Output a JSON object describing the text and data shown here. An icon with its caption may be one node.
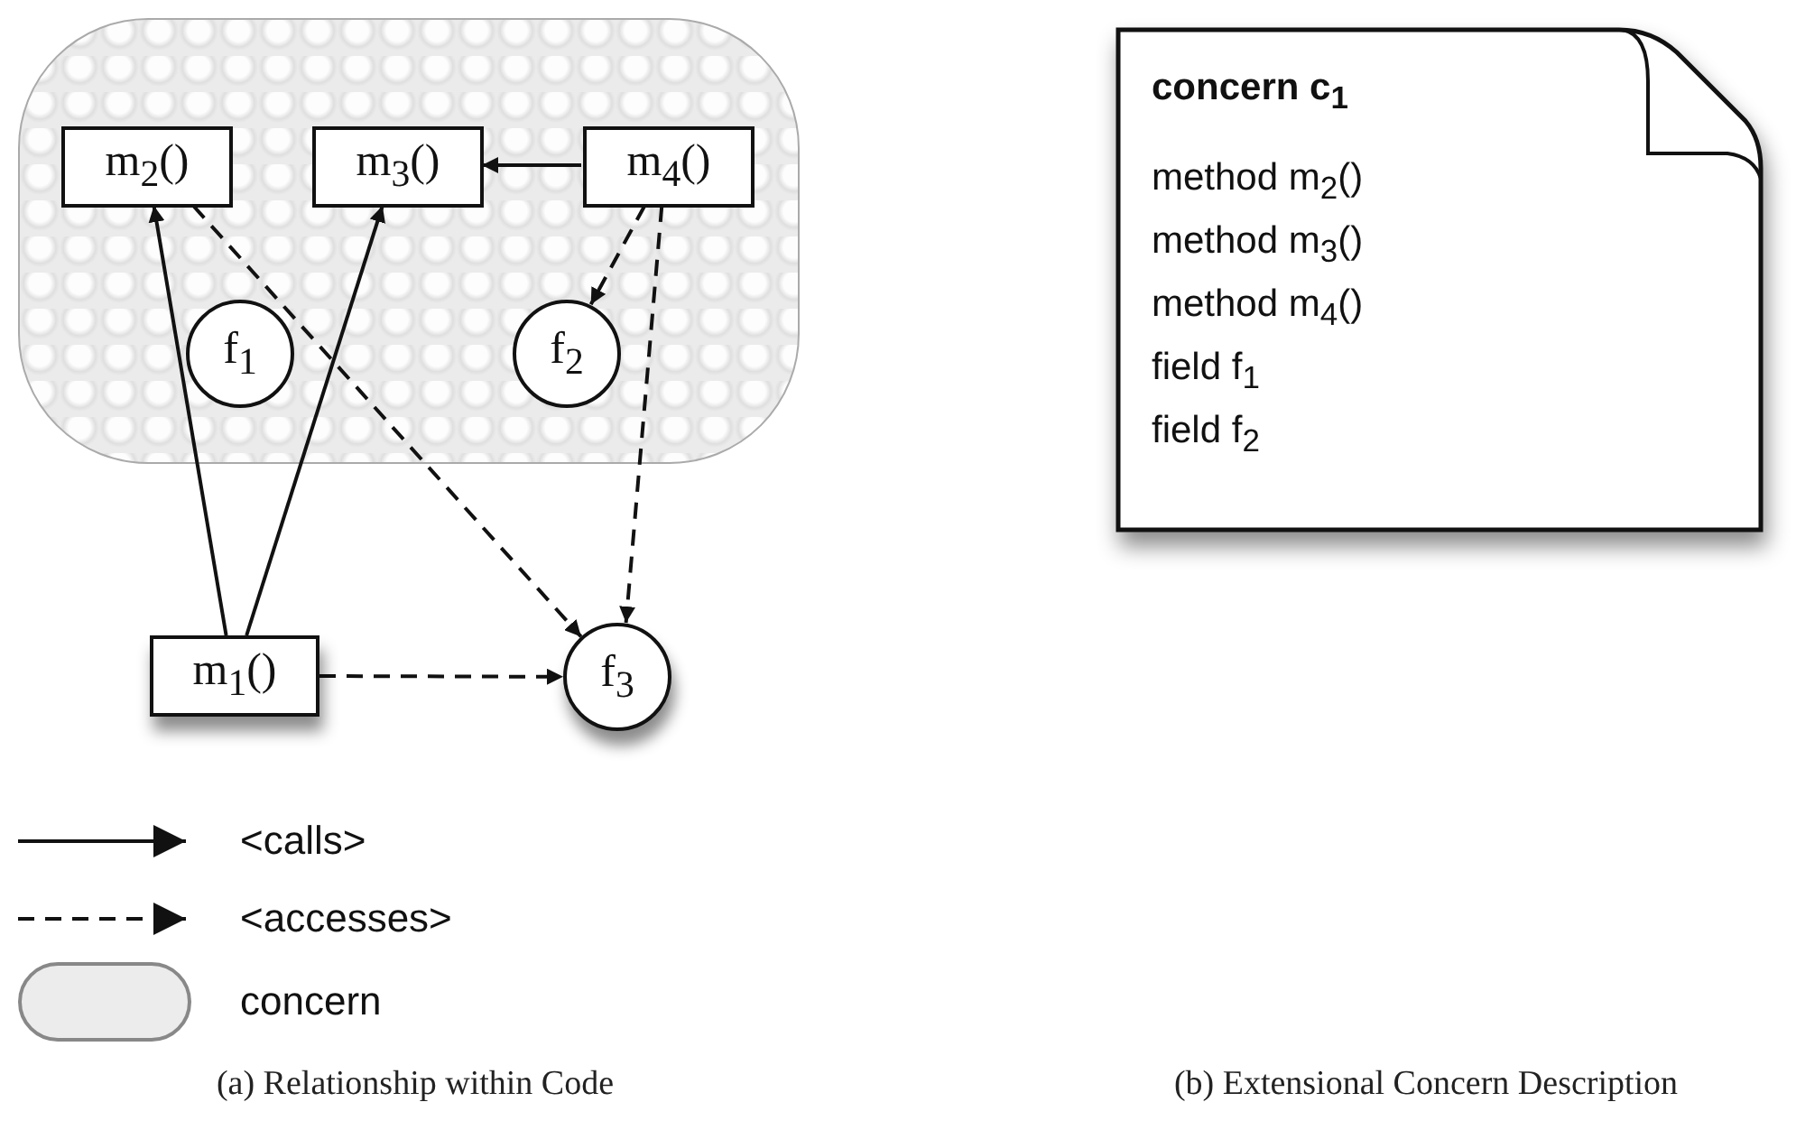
{
  "diagram": {
    "nodes": [
      {
        "text": [],
        "shape": "box"
      },
      {
        "text": [
          "m$_{2}$()"
        ],
        "in": 0
      },
      {
        "text": [
          "m$_{3}$()"
        ],
        "in": 0
      },
      {
        "text": [
          "m$_{4}$()"
        ],
        "in": 0
      },
      {
        "text": [
          "f$_{1}$"
        ],
        "in": 0
      },
      {
        "text": [
          "f$_{2}$"
        ],
        "in": 0
      },
      {
        "text": [
          "m$_{1}$()"
        ]
      },
      {
        "text": [
          "f$_{3}$"
        ]
      },
      {
        "text": [
          "concern c$_{1}$",
          "method m$_{2}$()",
          "method m$_{3}$()",
          "method m$_{4}$()",
          "field f$_{1}$",
          "field f$_{2}$"
        ]
      }
    ],
    "edges": [
      {
        "from": 3,
        "to": 2,
        "arrow": "to"
      },
      {
        "from": 6,
        "to": 1,
        "arrow": "to"
      },
      {
        "from": 6,
        "to": 2,
        "arrow": "to"
      },
      {
        "from": 1,
        "to": 7,
        "arrow": "to",
        "style": "dashed"
      },
      {
        "from": 3,
        "to": 5,
        "arrow": "to",
        "style": "dashed"
      },
      {
        "from": 3,
        "to": 7,
        "arrow": "to",
        "style": "dashed"
      },
      {
        "from": 6,
        "to": 7,
        "arrow": "to",
        "style": "dashed"
      }
    ],
    "labels": [
      "(a) Relationship within Code",
      "(b) Extensional Concern Description"
    ],
    "legend": [
      {
        "text": "<calls>"
      },
      {
        "text": "<accesses>"
      },
      {
        "text": "concern"
      }
    ]
  }
}
